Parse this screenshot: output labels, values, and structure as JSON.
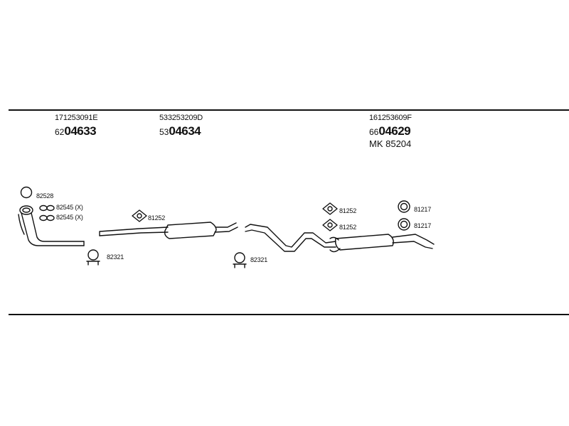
{
  "header": {
    "groups": [
      {
        "oem": "171253091E",
        "part_prefix": "62",
        "part_main": "04633"
      },
      {
        "oem": "533253209D",
        "part_prefix": "53",
        "part_main": "04634"
      },
      {
        "oem": "161253609F",
        "part_prefix": "66",
        "part_main": "04629",
        "kit": "MK  85204"
      }
    ]
  },
  "components": {
    "ring_82528": "82528",
    "gasket_a": "82545 (X)",
    "gasket_b": "82545 (X)",
    "clamp_82321_left": "82321",
    "hanger_81252_mid": "81252",
    "clamp_82321_right": "82321",
    "hanger_81252_rtop": "81252",
    "hanger_81252_rbot": "81252",
    "ring_81217_top": "81217",
    "ring_81217_bot": "81217"
  }
}
